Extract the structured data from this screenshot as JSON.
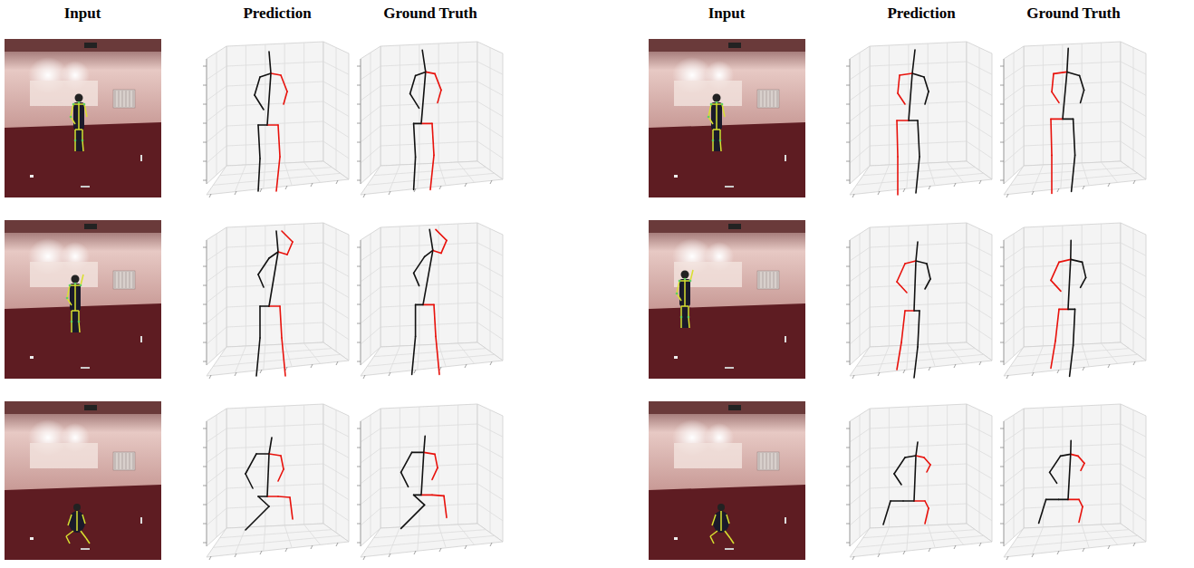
{
  "diagram": {
    "labels": [
      "Input",
      "Prediction",
      "Ground Truth",
      "Input",
      "Prediction",
      "Ground Truth"
    ]
  }
}
